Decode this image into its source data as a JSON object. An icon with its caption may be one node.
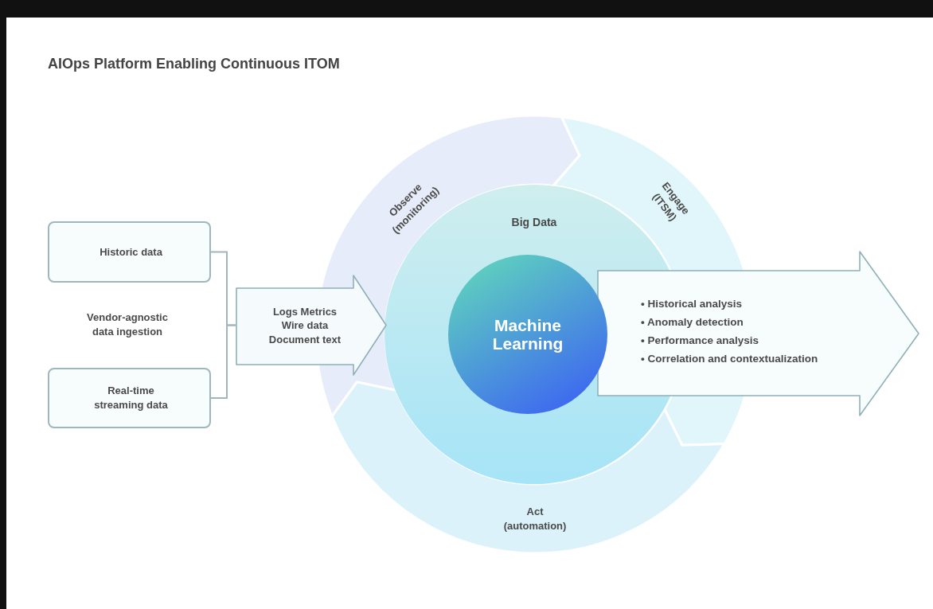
{
  "diagram": {
    "title": "AIOps Platform Enabling Continuous ITOM",
    "nodes": [
      {
        "text": [
          "Historic data"
        ]
      },
      {
        "text": [
          "Real-time streaming data"
        ]
      },
      {
        "text": [
          "Logs Metrics Wire data Document text"
        ]
      },
      {
        "text": [
          "Observe (monitoring)"
        ]
      },
      {
        "text": [
          "Engage (ITSM)"
        ]
      },
      {
        "text": [
          "Act (automation)"
        ]
      },
      {
        "text": [
          "Big Data"
        ]
      },
      {
        "text": [
          "Machine Learning"
        ],
        "in": 6
      },
      {
        "text": [
          "• Historical analysis",
          "• Anomaly detection",
          "• Performance analysis",
          "• Correlation and contextualization"
        ]
      }
    ],
    "edges": [
      {
        "from": 0,
        "to": 2,
        "arrow": "none"
      },
      {
        "from": 1,
        "to": 2,
        "arrow": "none"
      }
    ],
    "labels": [
      "Vendor-agnostic data ingestion"
    ]
  }
}
